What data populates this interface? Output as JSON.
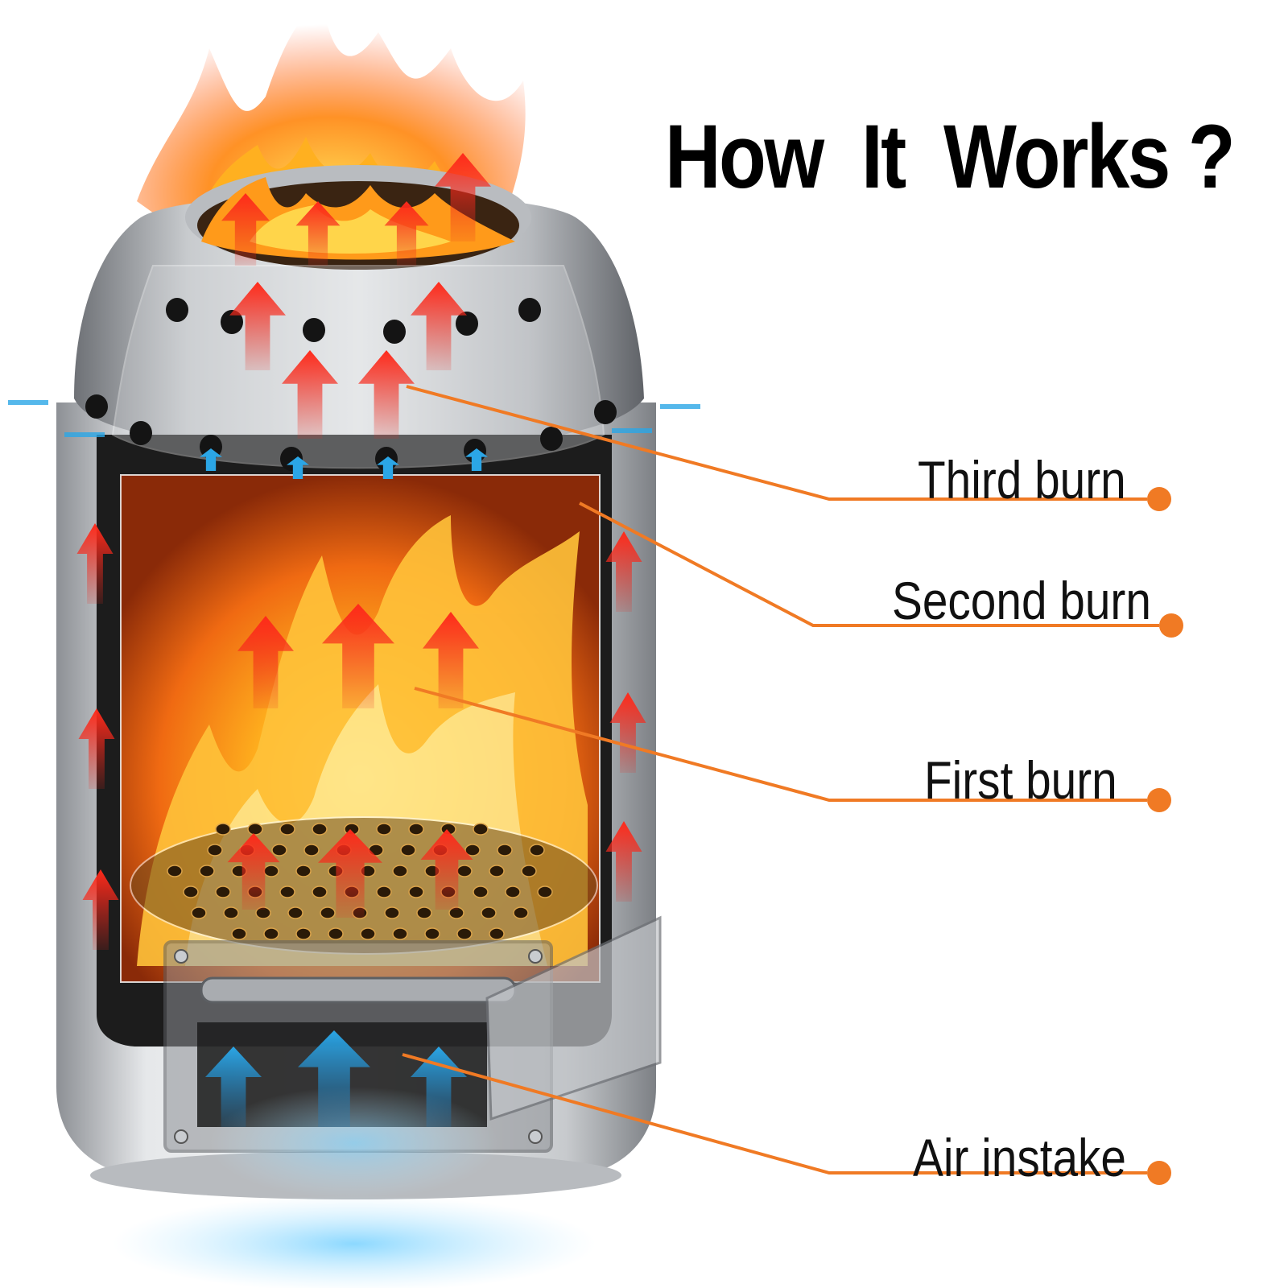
{
  "title": "How  It  Works ?",
  "labels": {
    "third_burn": "Third burn",
    "second_burn": "Second burn",
    "first_burn": "First burn",
    "air_intake": "Air instake"
  },
  "colors": {
    "callout": "#f07a24",
    "flame_hot": "#ff8a00",
    "flame_core": "#ffd23a",
    "heat_arrow": "#e8281e",
    "air_arrow": "#2ba6e6",
    "steel": "#c9ccd0",
    "interior": "#1c1c1c"
  },
  "icons": {
    "heat": "red-up-arrow-icon",
    "air": "blue-up-arrow-icon",
    "callout_end": "orange-dot-icon"
  }
}
